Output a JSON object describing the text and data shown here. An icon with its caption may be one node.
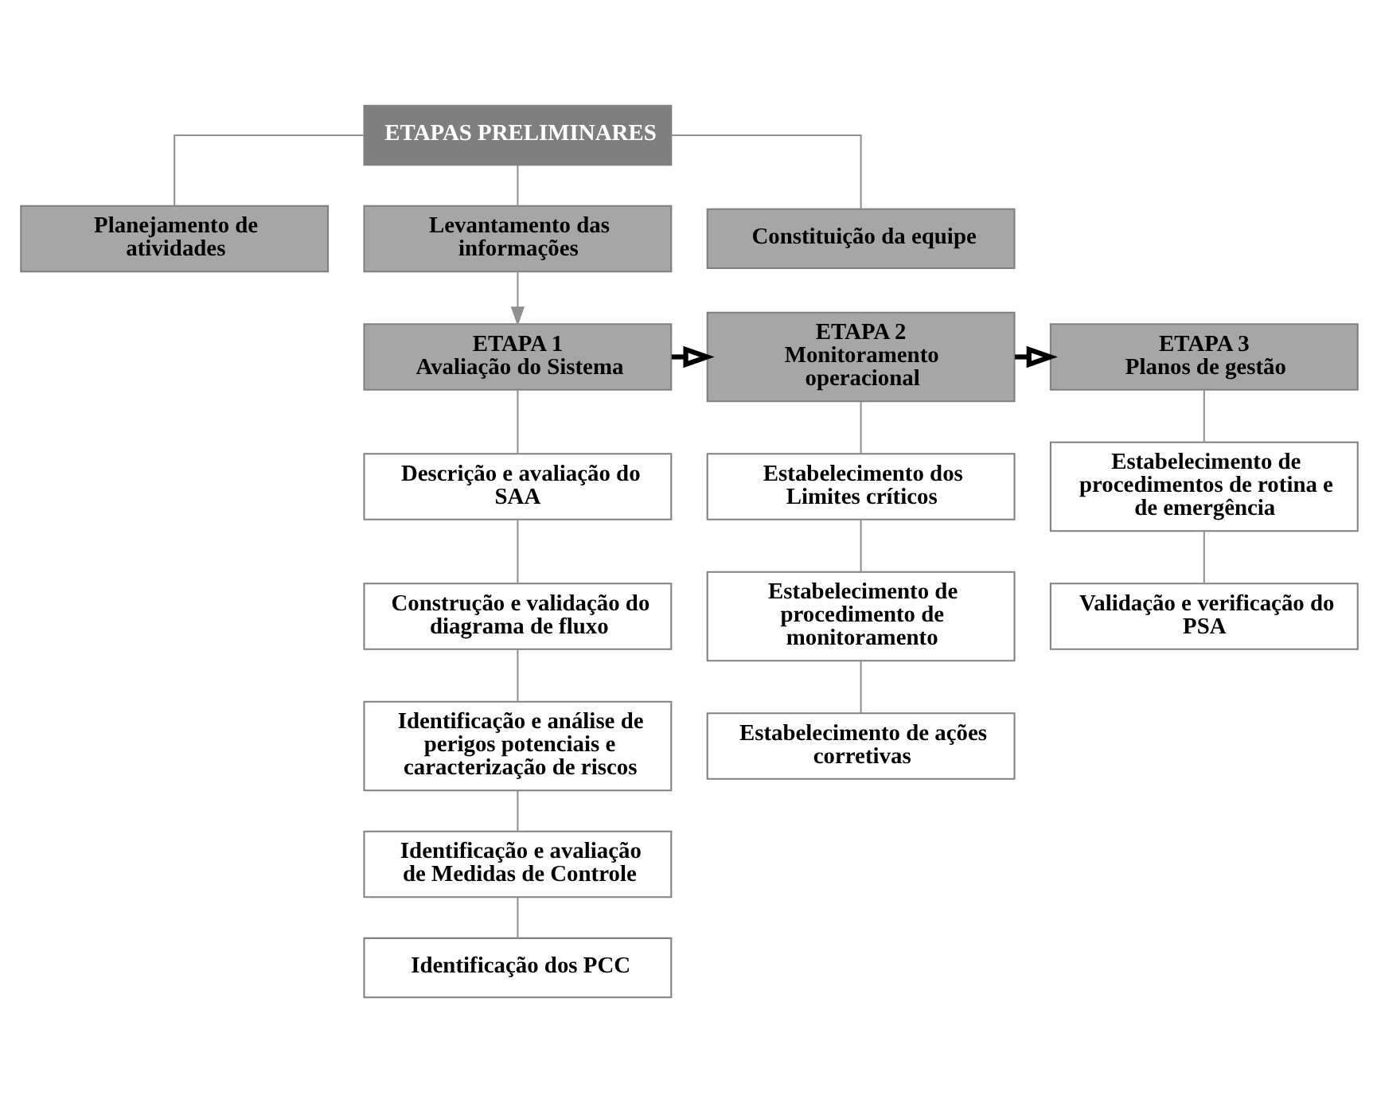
{
  "diagram": {
    "nodes": [
      {
        "text": [
          "ETAPAS PRELIMINARES"
        ]
      },
      {
        "text": [
          "Planejamento de atividades"
        ]
      },
      {
        "text": [
          "Levantamento das informações"
        ]
      },
      {
        "text": [
          "Constituição da equipe"
        ]
      },
      {
        "text": [
          "ETAPA 1",
          "Avaliação do Sistema"
        ]
      },
      {
        "text": [
          "ETAPA 2",
          "Monitoramento operacional"
        ]
      },
      {
        "text": [
          "ETAPA 3",
          "Planos de gestão"
        ]
      },
      {
        "text": [
          "Descrição e avaliação do SAA"
        ]
      },
      {
        "text": [
          "Construção e validação do diagrama de fluxo"
        ]
      },
      {
        "text": [
          "Identificação e análise de perigos potenciais e caracterização de riscos"
        ]
      },
      {
        "text": [
          "Identificação e avaliação de Medidas de Controle"
        ]
      },
      {
        "text": [
          "Identificação dos PCC"
        ]
      },
      {
        "text": [
          "Estabelecimento dos Limites críticos"
        ]
      },
      {
        "text": [
          "Estabelecimento de procedimento de monitoramento"
        ]
      },
      {
        "text": [
          "Estabelecimento de ações corretivas"
        ]
      },
      {
        "text": [
          "Estabelecimento de procedimentos de rotina e de emergência"
        ]
      },
      {
        "text": [
          "Validação e verificação do PSA"
        ]
      }
    ],
    "edges": [
      {
        "from": 0,
        "to": 1,
        "arrow": "none"
      },
      {
        "from": 0,
        "to": 2,
        "arrow": "none"
      },
      {
        "from": 0,
        "to": 3,
        "arrow": "none"
      },
      {
        "from": 2,
        "to": 4,
        "arrow": "to"
      },
      {
        "from": 4,
        "to": 5,
        "arrow": "to",
        "style": "thick",
        "color": "#000000"
      },
      {
        "from": 5,
        "to": 6,
        "arrow": "to",
        "style": "thick",
        "color": "#000000"
      },
      {
        "from": 4,
        "to": 7,
        "arrow": "none"
      },
      {
        "from": 7,
        "to": 8,
        "arrow": "none"
      },
      {
        "from": 8,
        "to": 9,
        "arrow": "none"
      },
      {
        "from": 9,
        "to": 10,
        "arrow": "none"
      },
      {
        "from": 10,
        "to": 11,
        "arrow": "none"
      },
      {
        "from": 5,
        "to": 12,
        "arrow": "none"
      },
      {
        "from": 12,
        "to": 13,
        "arrow": "none"
      },
      {
        "from": 13,
        "to": 14,
        "arrow": "none"
      },
      {
        "from": 6,
        "to": 15,
        "arrow": "none"
      },
      {
        "from": 15,
        "to": 16,
        "arrow": "none"
      }
    ]
  }
}
